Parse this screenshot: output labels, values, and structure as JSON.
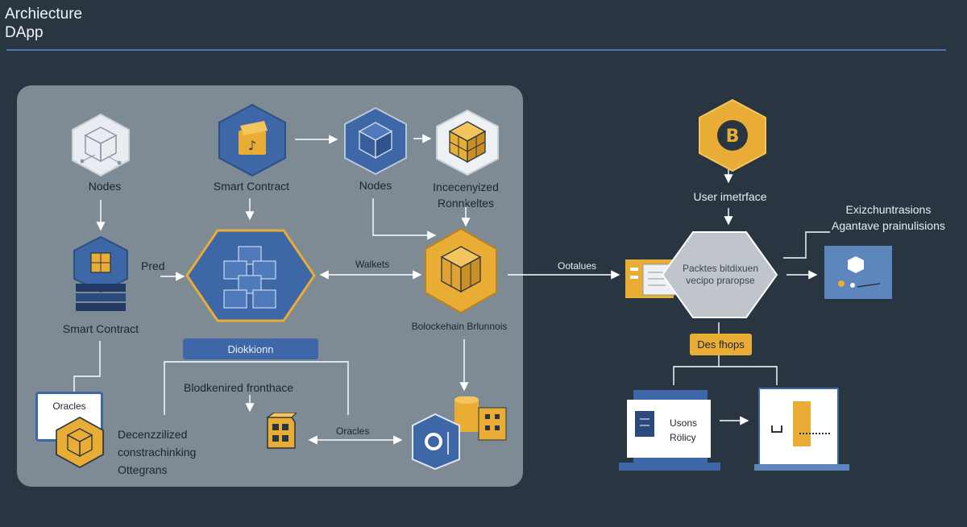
{
  "header": {
    "title_line1": "Archiecture",
    "title_line2": "DApp"
  },
  "colors": {
    "background": "#293642",
    "panel": "#7f8b94",
    "accent_blue": "#3d67a7",
    "accent_gold": "#e9ad36"
  },
  "panel": {
    "nodes_left": "Nodes",
    "smart_contract_top": "Smart Contract",
    "nodes_top": "Nodes",
    "incentivized": {
      "line1": "Incecenyized",
      "line2": "Ronnkeltes"
    },
    "pred": "Pred",
    "smart_contract_left": "Smart Contract",
    "wallets": "Walkets",
    "blockchain_buttons": "Bolockehain Brlunnois",
    "blockchain_bar": "Diokkionn",
    "blockend_frontface": "Blodkenired fronthace",
    "oracles_card": "Oracles",
    "oracles_link": "Oracles",
    "decentralized": {
      "line1": "Decenzzilized",
      "line2": "constrachinking",
      "line3": "Ottegrans"
    }
  },
  "right": {
    "user_interface": "User imetrface",
    "extra": {
      "line1": "Exizchuntrasions",
      "line2": "Agantave prainulisions"
    },
    "outputs": "Ootalues",
    "hub": {
      "line1": "Packtes bitdixuen",
      "line2": "vecipo praropse"
    },
    "dex_box": "Des fhops",
    "users_policy": {
      "line1": "Usons",
      "line2": "Rölicy"
    }
  },
  "icons": [
    "bitcoin-hexagon-icon",
    "node-cube-icon",
    "smart-contract-icon",
    "nodes-cube-icon",
    "incentive-cube-icon",
    "server-stack-icon",
    "cube-cluster-icon",
    "blockchain-cube-icon",
    "oracle-cube-icon",
    "gold-cube-icon",
    "database-icon",
    "document-card-icon",
    "laptop-policy-icon",
    "document-monitor-icon",
    "analytics-card-icon"
  ]
}
